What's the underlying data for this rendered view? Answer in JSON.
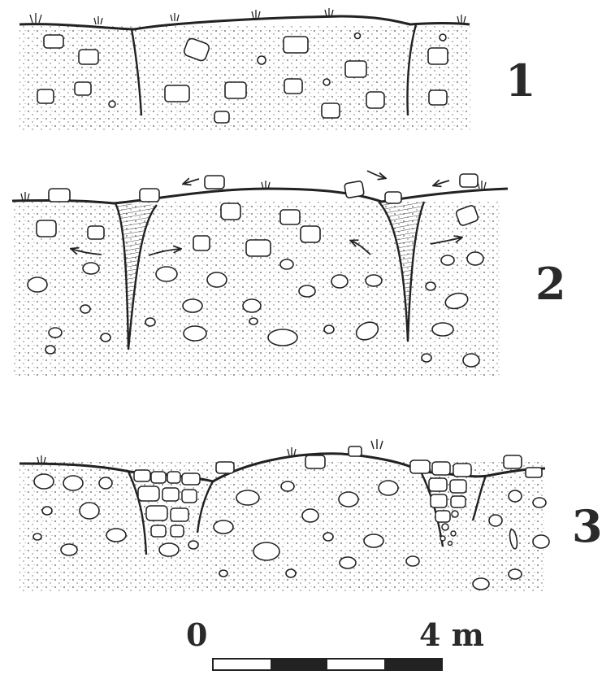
{
  "panels": [
    {
      "id": "1",
      "label": "1"
    },
    {
      "id": "2",
      "label": "2"
    },
    {
      "id": "3",
      "label": "3"
    }
  ],
  "scale": {
    "start_label": "0",
    "end_label": "4 m"
  },
  "colors": {
    "ink": "#222222",
    "paper": "#ffffff"
  }
}
